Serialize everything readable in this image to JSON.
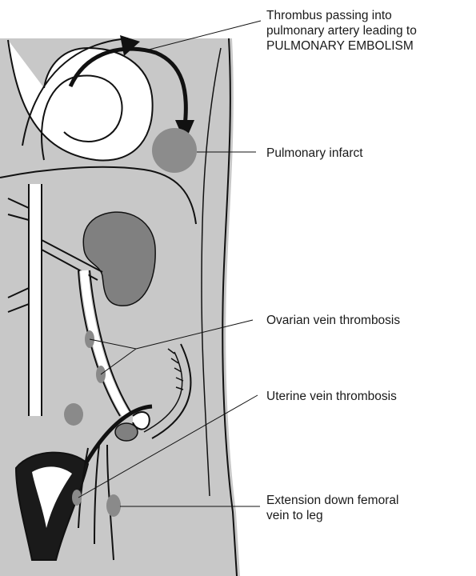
{
  "labels": {
    "embolism": [
      "Thrombus passing into",
      "pulmonary artery leading to",
      "PULMONARY EMBOLISM"
    ],
    "infarct": [
      "Pulmonary infarct"
    ],
    "ovarian": [
      "Ovarian vein thrombosis"
    ],
    "uterine": [
      "Uterine vein thrombosis"
    ],
    "femoral": [
      "Extension down femoral",
      "vein to leg"
    ]
  },
  "colors": {
    "tissue": "#c8c8c8",
    "organ": "#808080",
    "clot": "#8a8a8a",
    "outline": "#111111",
    "dark": "#1a1a1a"
  }
}
